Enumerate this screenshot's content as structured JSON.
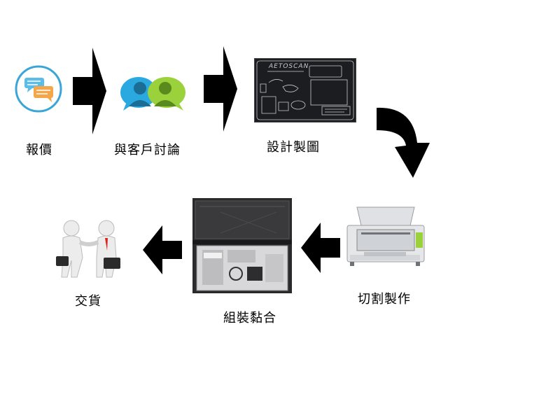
{
  "steps": [
    {
      "label": "報價",
      "icon": "chat-bubbles-icon"
    },
    {
      "label": "與客戶討論",
      "icon": "discussion-people-icon"
    },
    {
      "label": "設計製圖",
      "icon": "cad-drawing-image"
    },
    {
      "label": "切割製作",
      "icon": "laser-cutter-image"
    },
    {
      "label": "組裝黏合",
      "icon": "foam-case-image"
    },
    {
      "label": "交貨",
      "icon": "handshake-icon"
    }
  ],
  "drawing_brand": "AETOSCAN",
  "machine_label": "laser cutter",
  "colors": {
    "arrow": "#000000",
    "chat_ring": "#3aa6d8",
    "chat_bubble_blue": "#5bbce8",
    "chat_bubble_orange": "#f4a74a",
    "person_blue": "#29a9e0",
    "person_green": "#9bd23c",
    "drawing_bg": "#1c1d21",
    "drawing_line": "#c9cbd0",
    "machine_body": "#e6e7e9",
    "machine_accent": "#9bd23c",
    "case_bg": "#2a2a2c",
    "figure_white": "#ececec",
    "tie_red": "#d9261c"
  }
}
